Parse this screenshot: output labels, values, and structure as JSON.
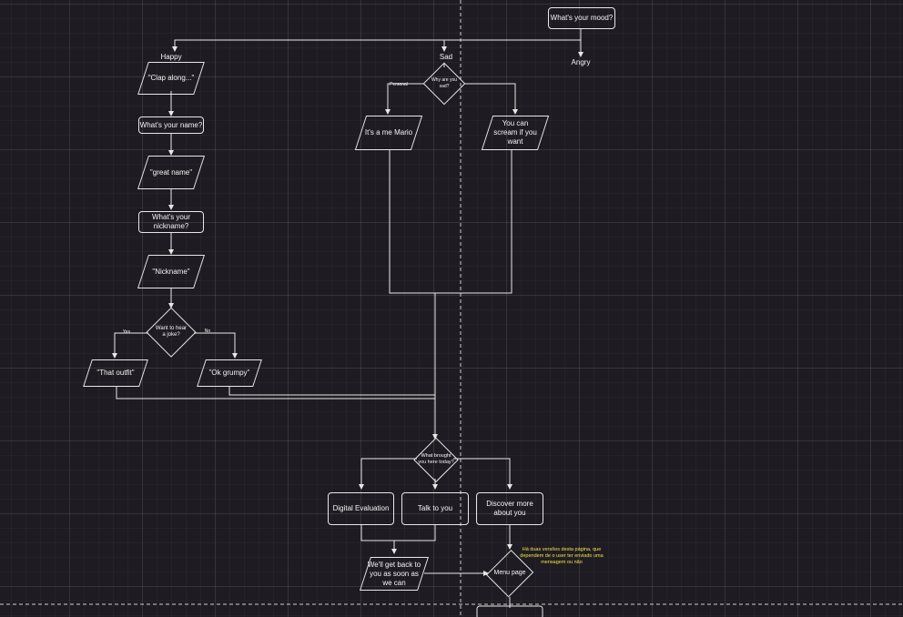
{
  "nodes": {
    "mood": "What's your mood?",
    "clap": "\"Clap along...\"",
    "name_q": "What's your name?",
    "great_name": "\"great name\"",
    "nick_q": "What's your nickname?",
    "nickname": "\"Nickname\"",
    "joke_q": "Want to hear a joke?",
    "that_outfit": "\"That outfit\"",
    "ok_grumpy": "\"Ok grumpy\"",
    "why_sad": "Why are you sad?",
    "mario": "It's a me Mario",
    "scream": "You can scream if you want",
    "brought": "What brought you here today?",
    "digital": "Digital Evaluation",
    "talk": "Talk to you",
    "discover": "Discover more about you",
    "get_back": "We'll get back to you as soon as we can",
    "menu": "Menu page"
  },
  "edge_labels": {
    "happy": "Happy",
    "sad": "Sad",
    "angry": "Angry",
    "personal": "Personal",
    "yes": "Yes",
    "no": "No"
  },
  "note": "Há duas versões desta página, que dependem de o user ter enviado uma mensagem ou não",
  "colors": {
    "background": "#1e1c22",
    "stroke": "#e8e8e8",
    "note": "#f2e14a"
  }
}
